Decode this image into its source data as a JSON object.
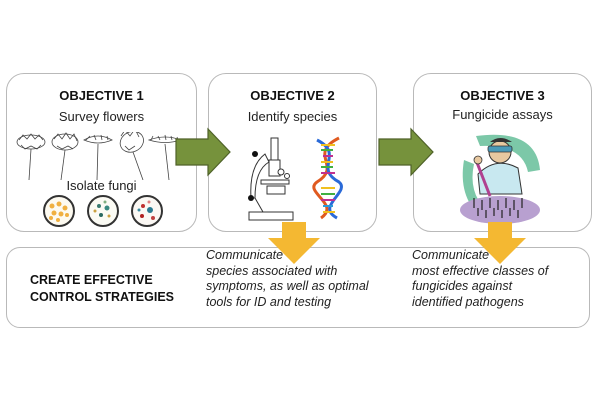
{
  "objectives": [
    {
      "title": "OBJECTIVE 1",
      "subtitle": "Survey flowers",
      "subtitle2": "Isolate fungi",
      "illustrations": [
        "flower-sketch-icon",
        "petri-dish-icon"
      ]
    },
    {
      "title": "OBJECTIVE 2",
      "subtitle": "Identify species",
      "illustrations": [
        "microscope-icon",
        "dna-helix-icon"
      ]
    },
    {
      "title": "OBJECTIVE 3",
      "subtitle": "Fungicide assays",
      "illustrations": [
        "scientist-pipette-icon"
      ]
    }
  ],
  "bottom": {
    "title_line1": "CREATE EFFECTIVE",
    "title_line2": "CONTROL STRATEGIES",
    "outcome2": [
      "Communicate",
      "species associated with",
      "symptoms, as well as optimal",
      "tools for ID and testing"
    ],
    "outcome3": [
      "Communicate",
      "most effective classes of",
      "fungicides against",
      "identified pathogens"
    ]
  },
  "colors": {
    "green_arrow": "#76923c",
    "green_arrow_border": "#4f6228",
    "yellow_arrow": "#f4b832",
    "box_border": "#b9b9b9"
  }
}
